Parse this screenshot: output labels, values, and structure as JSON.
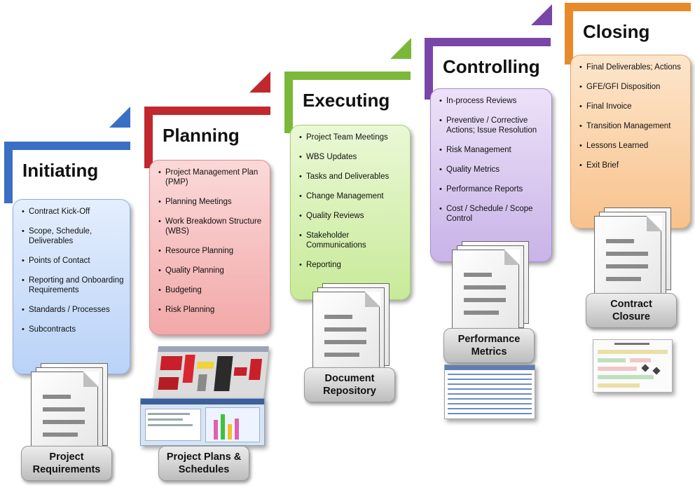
{
  "phases": [
    {
      "title": "Initiating",
      "color": "#3b6fc5",
      "box_color": "#cfe0fb",
      "items": [
        "Contract Kick-Off",
        "Scope, Schedule, Deliverables",
        "Points of Contact",
        "Reporting and Onboarding Requirements",
        "Standards / Processes",
        "Subcontracts"
      ],
      "artifact": [
        "Project",
        "Requirements"
      ]
    },
    {
      "title": "Planning",
      "color": "#c0282d",
      "box_color": "#f7c2c2",
      "items": [
        "Project Management Plan (PMP)",
        "Planning Meetings",
        "Work Breakdown Structure (WBS)",
        "Resource Planning",
        "Quality Planning",
        "Budgeting",
        "Risk Planning"
      ],
      "artifact": [
        "Project Plans &",
        "Schedules"
      ]
    },
    {
      "title": "Executing",
      "color": "#7bb83a",
      "box_color": "#dcf2bd",
      "items": [
        "Project Team  Meetings",
        "WBS Updates",
        "Tasks and Deliverables",
        "Change Management",
        "Quality Reviews",
        "Stakeholder Communications",
        "Reporting"
      ],
      "artifact": [
        "Document",
        "Repository"
      ]
    },
    {
      "title": "Controlling",
      "color": "#7a45a8",
      "box_color": "#dccdf0",
      "items": [
        "In-process Reviews",
        "Preventive / Corrective Actions; Issue Resolution",
        "Risk Management",
        "Quality Metrics",
        "Performance Reports",
        "Cost / Schedule / Scope Control"
      ],
      "artifact": [
        "Performance",
        "Metrics"
      ]
    },
    {
      "title": "Closing",
      "color": "#e88a2a",
      "box_color": "#fcd6b0",
      "items": [
        "Final Deliverables; Actions",
        "GFE/GFI Disposition",
        "Final Invoice",
        "Transition Management",
        "Lessons Learned",
        "Exit Brief"
      ],
      "artifact": [
        "Contract",
        "Closure"
      ]
    }
  ],
  "icons": [
    "document-stack-icon",
    "spreadsheet-thumbnail",
    "report-thumbnail",
    "schedule-thumbnail"
  ]
}
